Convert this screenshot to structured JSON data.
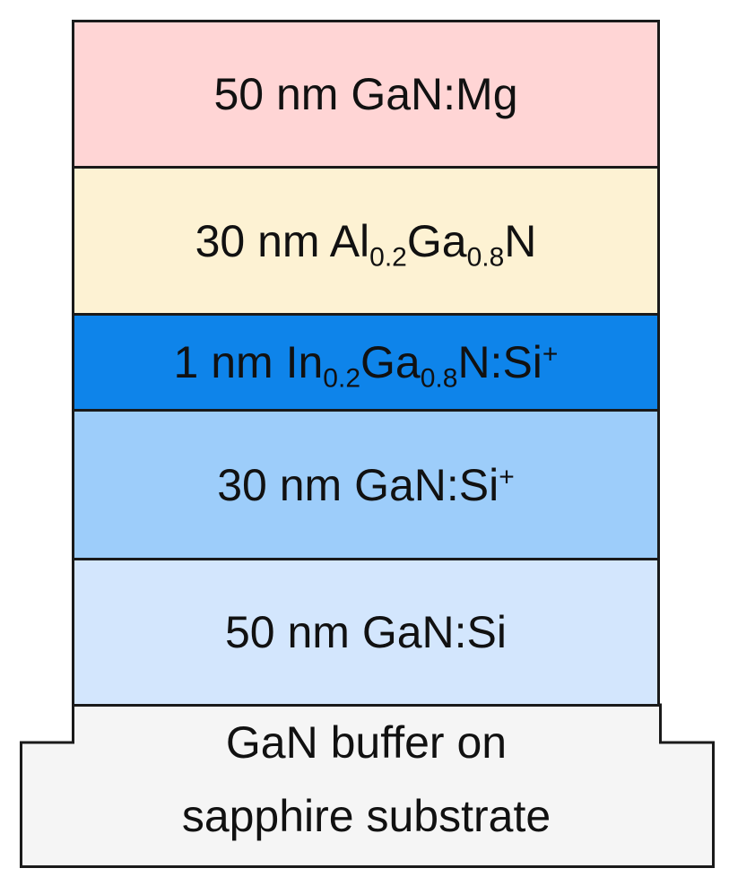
{
  "diagram": {
    "layers": [
      {
        "fill": "#ffd5d5",
        "segments": [
          {
            "t": "50 nm GaN:Mg"
          }
        ]
      },
      {
        "fill": "#fdf2d3",
        "segments": [
          {
            "t": "30 nm Al"
          },
          {
            "t": "0.2",
            "s": "sub"
          },
          {
            "t": "Ga"
          },
          {
            "t": "0.8",
            "s": "sub"
          },
          {
            "t": "N"
          }
        ]
      },
      {
        "fill": "#0e84ea",
        "segments": [
          {
            "t": "1 nm In"
          },
          {
            "t": "0.2",
            "s": "sub"
          },
          {
            "t": "Ga"
          },
          {
            "t": "0.8",
            "s": "sub"
          },
          {
            "t": "N:Si"
          },
          {
            "t": "+",
            "s": "sup"
          }
        ]
      },
      {
        "fill": "#9dcdfa",
        "segments": [
          {
            "t": "30 nm GaN:Si"
          },
          {
            "t": "+",
            "s": "sup"
          }
        ]
      },
      {
        "fill": "#d3e6fd",
        "segments": [
          {
            "t": "50 nm GaN:Si"
          }
        ]
      }
    ],
    "substrate": {
      "fill": "#f5f5f5",
      "line1": "GaN buffer on",
      "line2": "sapphire substrate"
    },
    "outline_color": "#1a1a1a"
  }
}
